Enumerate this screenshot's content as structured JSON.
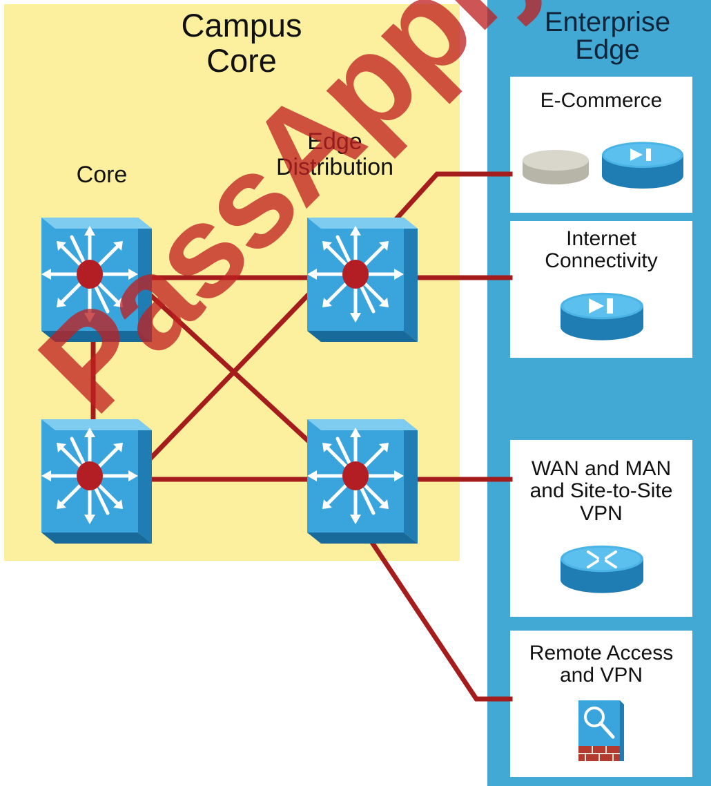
{
  "campus": {
    "title": "Campus\nCore"
  },
  "enterprise_edge": {
    "title": "Enterprise\nEdge"
  },
  "columns": {
    "core": "Core",
    "distribution": "Edge\nDistribution"
  },
  "modules": {
    "ecommerce": "E-Commerce",
    "internet": "Internet\nConnectivity",
    "wan": "WAN and MAN\nand Site-to-Site\nVPN",
    "remote": "Remote Access\nand VPN"
  },
  "watermark": "PassApply.com",
  "colors": {
    "campus_bg": "#fcef9e",
    "edge_bg": "#42a8d4",
    "link": "#a51c1c",
    "switch_face": "#3aa4dc",
    "switch_side": "#1f7db4",
    "hub": "#b31e25",
    "module_box": "#ffffff"
  },
  "icons": {
    "core_switches": "layer3-switch-icon",
    "distribution_switches": "layer3-switch-icon",
    "ecommerce": [
      "database-disk-icon",
      "router-icon"
    ],
    "internet": "router-icon",
    "wan": "router-icon",
    "remote": "vpn-firewall-icon"
  }
}
